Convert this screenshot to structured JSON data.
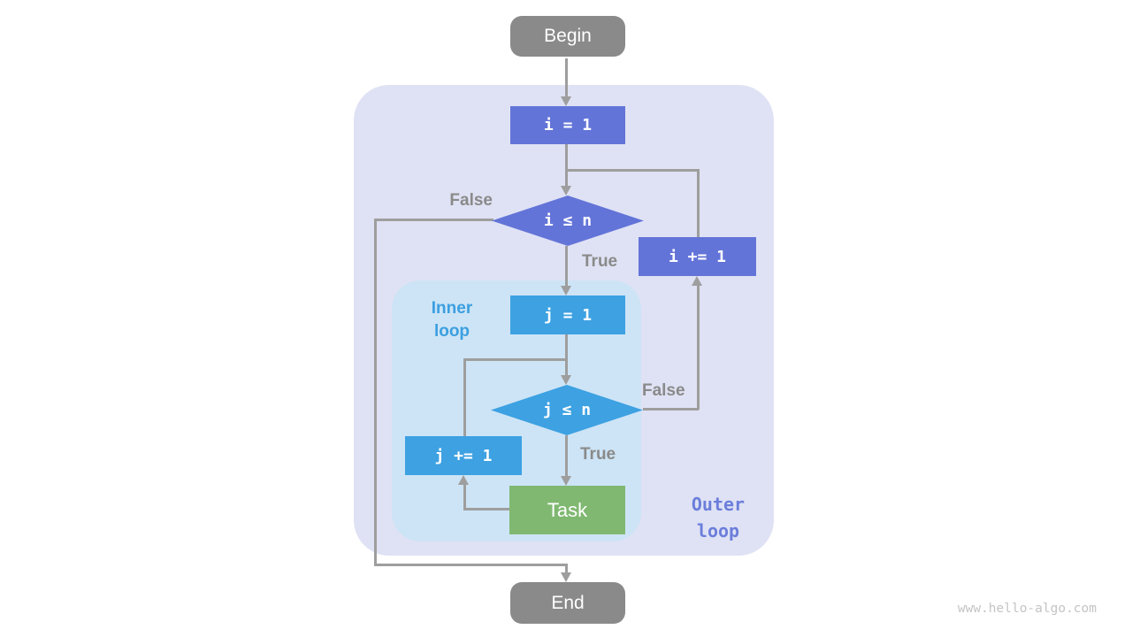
{
  "flowchart": {
    "nodes": {
      "begin": {
        "label": "Begin"
      },
      "init_i": {
        "label": "i = 1"
      },
      "cond_i": {
        "label": "i ≤ n"
      },
      "inc_i": {
        "label": "i += 1"
      },
      "init_j": {
        "label": "j = 1"
      },
      "cond_j": {
        "label": "j ≤ n"
      },
      "inc_j": {
        "label": "j += 1"
      },
      "task": {
        "label": "Task"
      },
      "end": {
        "label": "End"
      }
    },
    "edge_labels": {
      "cond_i_false": "False",
      "cond_i_true": "True",
      "cond_j_false": "False",
      "cond_j_true": "True"
    },
    "region_labels": {
      "inner_line1": "Inner",
      "inner_line2": "loop",
      "outer_line1": "Outer",
      "outer_line2": "loop"
    },
    "colors": {
      "node_gray": "#8a8a8a",
      "node_purple": "#6374d8",
      "node_blue": "#3da1e2",
      "node_green": "#80b871",
      "outer_region": "#dfe2f4",
      "inner_region": "#cde4f6",
      "connector": "#9e9e9e",
      "edge_label": "#8a8a8a",
      "inner_label": "#3b9fe0",
      "outer_label": "#6b7edb",
      "watermark": "#c4c4c4"
    },
    "watermark": "www.hello-algo.com"
  }
}
